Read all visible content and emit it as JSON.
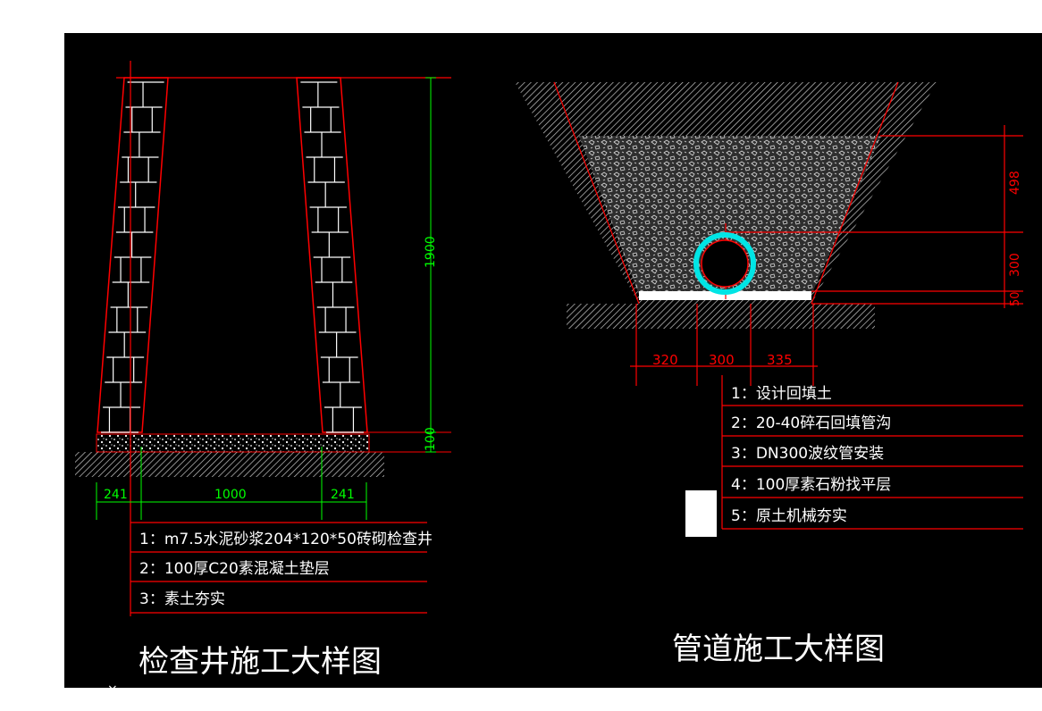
{
  "left_drawing": {
    "title": "检查井施工大样图",
    "notes": [
      "1：m7.5水泥砂浆204*120*50砖砌检查井",
      "2：100厚C20素混凝土垫层",
      "3：素土夯实"
    ],
    "dimensions": {
      "height": "1900",
      "base_thickness": "100",
      "wall_left": "241",
      "inner_width": "1000",
      "wall_right": "241"
    }
  },
  "right_drawing": {
    "title": "管道施工大样图",
    "notes": [
      "1：设计回填土",
      "2：20-40碎石回填管沟",
      "3：DN300波纹管安装",
      "4：100厚素石粉找平层",
      "5：原土机械夯实"
    ],
    "dimensions": {
      "above_pipe": "498",
      "pipe_height": "300",
      "bedding": "50",
      "left_clear": "320",
      "pipe_width": "300",
      "right_clear": "335"
    }
  },
  "colors": {
    "background": "#000000",
    "outline": "#ff0000",
    "dimension": "#00ff00",
    "brick": "#ffffff",
    "pipe_ring": "#00e5e5",
    "text": "#ffffff"
  }
}
